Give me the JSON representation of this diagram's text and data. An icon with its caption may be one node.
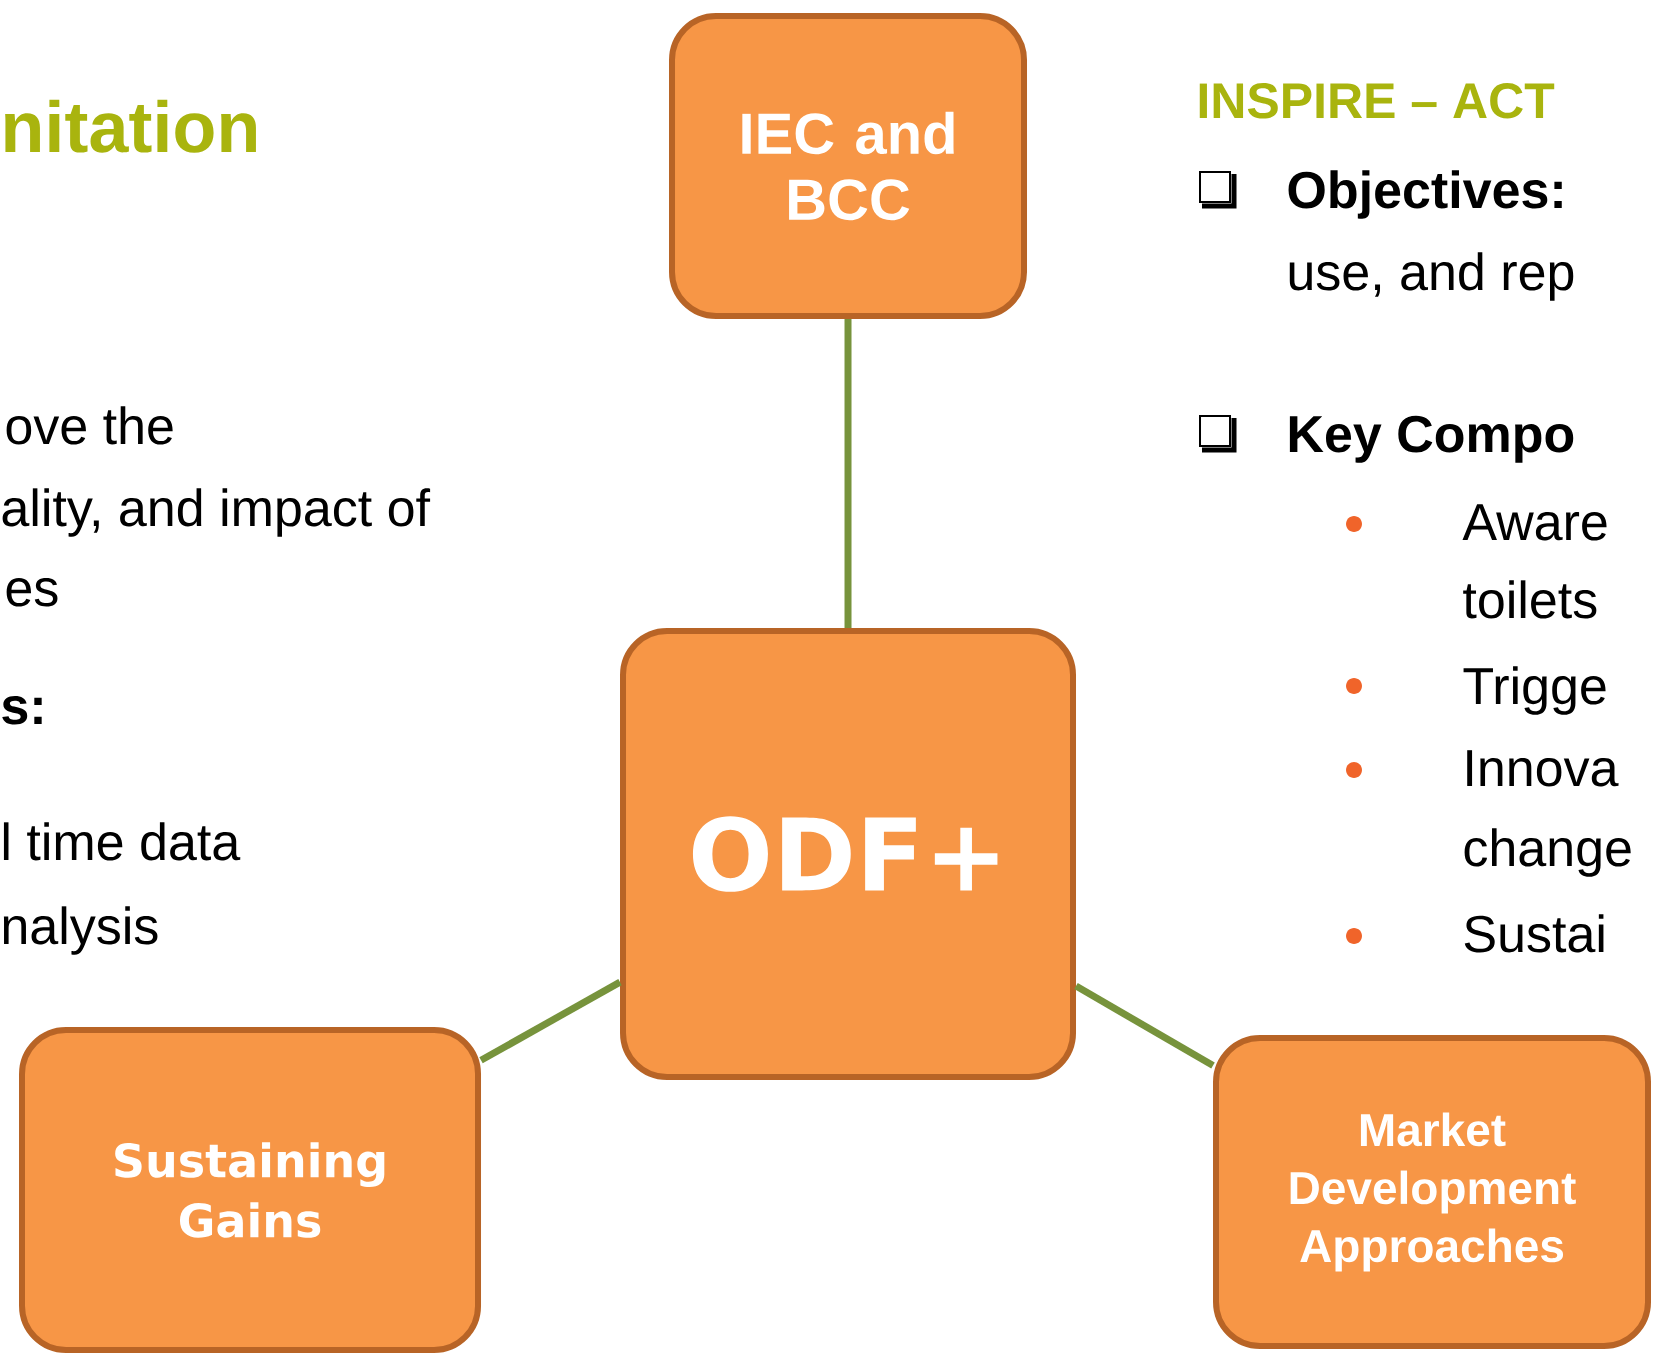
{
  "diagram": {
    "nodes": [
      {
        "text": [
          "ODF+"
        ]
      },
      {
        "text": [
          "IEC and BCC"
        ]
      },
      {
        "text": [
          "Sustaining Gains"
        ]
      },
      {
        "text": [
          "Market Development Approaches"
        ]
      }
    ],
    "edges": [
      {
        "from": 0,
        "to": 1,
        "arrow": "none"
      },
      {
        "from": 0,
        "to": 2,
        "arrow": "none"
      },
      {
        "from": 0,
        "to": 3,
        "arrow": "none"
      }
    ],
    "labels": [
      "nitation",
      "ove the",
      "ality, and impact of",
      "es",
      "s:",
      "l time data",
      "nalysis",
      "INSPIRE – ACT",
      "Objectives:",
      "use, and rep",
      "Key Compo",
      "Aware",
      "toilets",
      "Trigge",
      "Innova",
      "change",
      "Sustai"
    ]
  }
}
